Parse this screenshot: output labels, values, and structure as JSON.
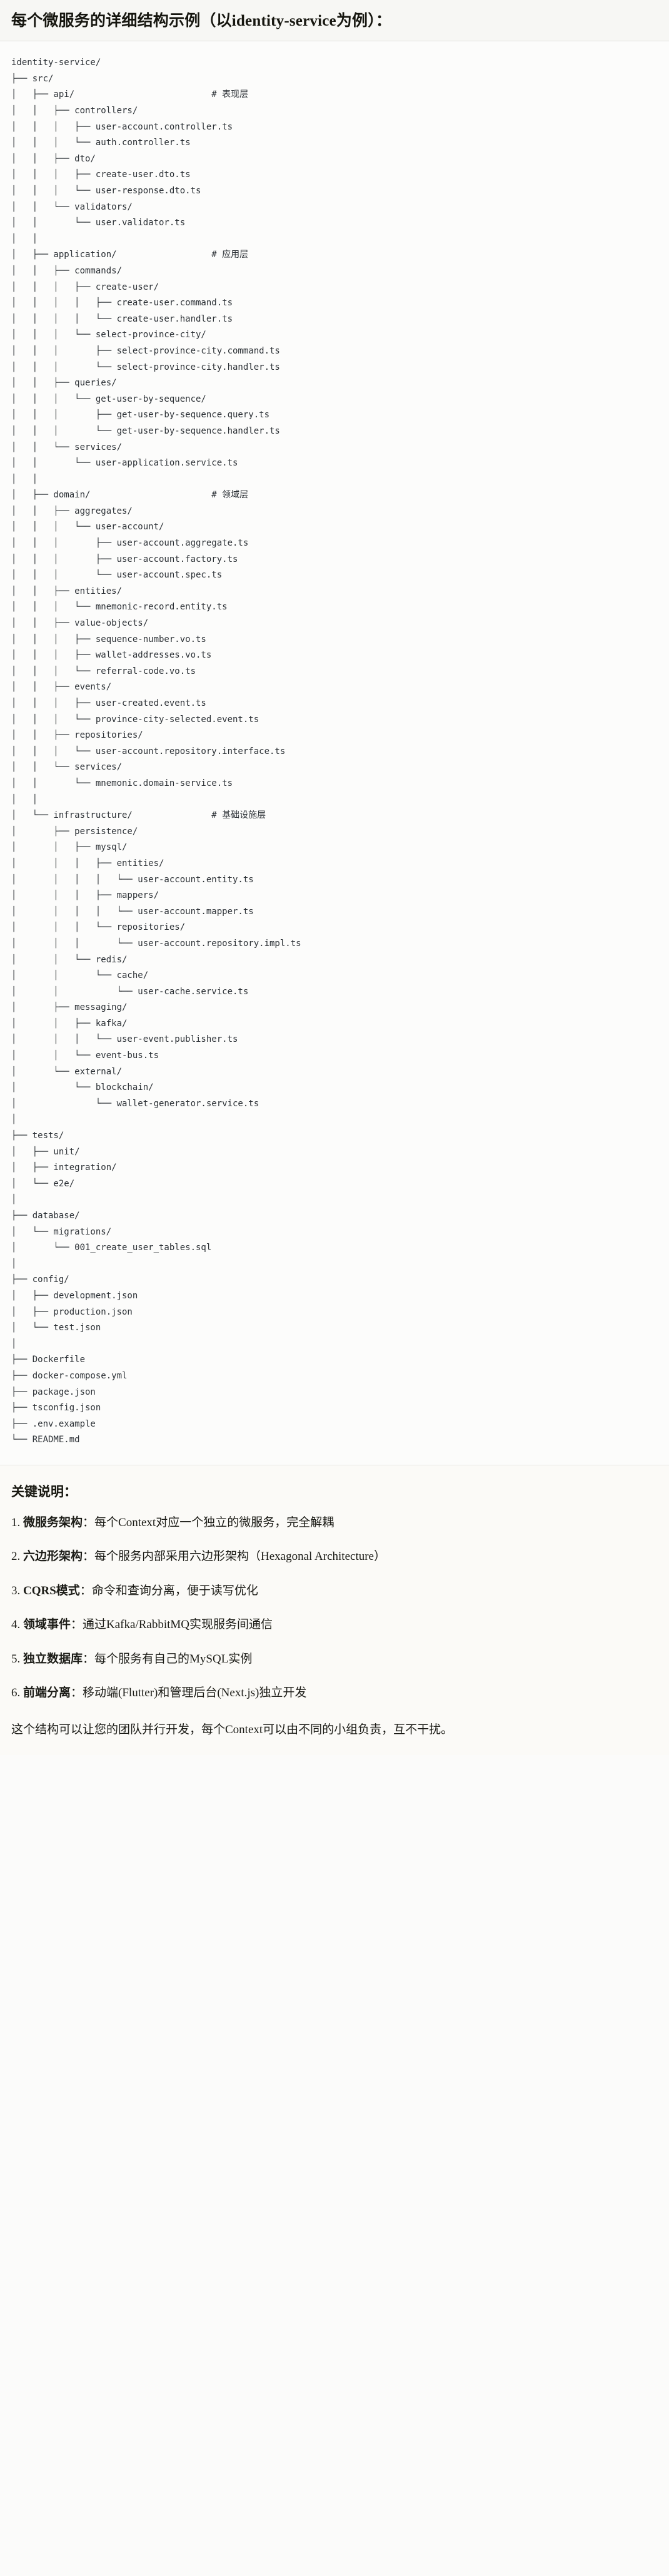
{
  "header": {
    "title": "每个微服务的详细结构示例（以identity-service为例）："
  },
  "tree": {
    "root": "identity-service/",
    "text": "identity-service/\n├── src/\n│   ├── api/                          # 表现层\n│   │   ├── controllers/\n│   │   │   ├── user-account.controller.ts\n│   │   │   └── auth.controller.ts\n│   │   ├── dto/\n│   │   │   ├── create-user.dto.ts\n│   │   │   └── user-response.dto.ts\n│   │   └── validators/\n│   │       └── user.validator.ts\n│   │\n│   ├── application/                  # 应用层\n│   │   ├── commands/\n│   │   │   ├── create-user/\n│   │   │   │   ├── create-user.command.ts\n│   │   │   │   └── create-user.handler.ts\n│   │   │   └── select-province-city/\n│   │   │       ├── select-province-city.command.ts\n│   │   │       └── select-province-city.handler.ts\n│   │   ├── queries/\n│   │   │   └── get-user-by-sequence/\n│   │   │       ├── get-user-by-sequence.query.ts\n│   │   │       └── get-user-by-sequence.handler.ts\n│   │   └── services/\n│   │       └── user-application.service.ts\n│   │\n│   ├── domain/                       # 领域层\n│   │   ├── aggregates/\n│   │   │   └── user-account/\n│   │   │       ├── user-account.aggregate.ts\n│   │   │       ├── user-account.factory.ts\n│   │   │       └── user-account.spec.ts\n│   │   ├── entities/\n│   │   │   └── mnemonic-record.entity.ts\n│   │   ├── value-objects/\n│   │   │   ├── sequence-number.vo.ts\n│   │   │   ├── wallet-addresses.vo.ts\n│   │   │   └── referral-code.vo.ts\n│   │   ├── events/\n│   │   │   ├── user-created.event.ts\n│   │   │   └── province-city-selected.event.ts\n│   │   ├── repositories/\n│   │   │   └── user-account.repository.interface.ts\n│   │   └── services/\n│   │       └── mnemonic.domain-service.ts\n│   │\n│   └── infrastructure/               # 基础设施层\n│       ├── persistence/\n│       │   ├── mysql/\n│       │   │   ├── entities/\n│       │   │   │   └── user-account.entity.ts\n│       │   │   ├── mappers/\n│       │   │   │   └── user-account.mapper.ts\n│       │   │   └── repositories/\n│       │   │       └── user-account.repository.impl.ts\n│       │   └── redis/\n│       │       └── cache/\n│       │           └── user-cache.service.ts\n│       ├── messaging/\n│       │   ├── kafka/\n│       │   │   └── user-event.publisher.ts\n│       │   └── event-bus.ts\n│       └── external/\n│           └── blockchain/\n│               └── wallet-generator.service.ts\n│\n├── tests/\n│   ├── unit/\n│   ├── integration/\n│   └── e2e/\n│\n├── database/\n│   └── migrations/\n│       └── 001_create_user_tables.sql\n│\n├── config/\n│   ├── development.json\n│   ├── production.json\n│   └── test.json\n│\n├── Dockerfile\n├── docker-compose.yml\n├── package.json\n├── tsconfig.json\n├── .env.example\n└── README.md",
    "layer_comments": [
      "# 表现层",
      "# 应用层",
      "# 领域层",
      "# 基础设施层"
    ]
  },
  "notes": {
    "title": "关键说明：",
    "items": [
      {
        "key": "微服务架构",
        "sep": "：",
        "desc": "每个Context对应一个独立的微服务，完全解耦"
      },
      {
        "key": "六边形架构",
        "sep": "：",
        "desc": "每个服务内部采用六边形架构（Hexagonal Architecture）"
      },
      {
        "key": "CQRS模式",
        "sep": "：",
        "desc": "命令和查询分离，便于读写优化"
      },
      {
        "key": "领域事件",
        "sep": "：",
        "desc": "通过Kafka/RabbitMQ实现服务间通信"
      },
      {
        "key": "独立数据库",
        "sep": "：",
        "desc": "每个服务有自己的MySQL实例"
      },
      {
        "key": "前端分离",
        "sep": "：",
        "desc": "移动端(Flutter)和管理后台(Next.js)独立开发"
      }
    ],
    "closing": "这个结构可以让您的团队并行开发，每个Context可以由不同的小组负责，互不干扰。"
  }
}
